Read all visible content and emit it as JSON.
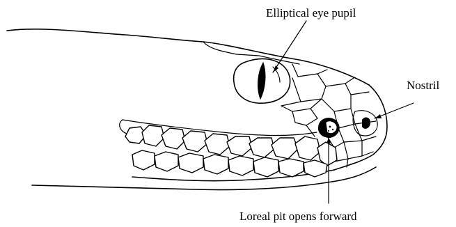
{
  "labels": {
    "eye": "Elliptical eye pupil",
    "nostril": "Nostril",
    "pit": "Loreal pit opens forward"
  },
  "colors": {
    "ink": "#000000",
    "background": "#ffffff"
  }
}
